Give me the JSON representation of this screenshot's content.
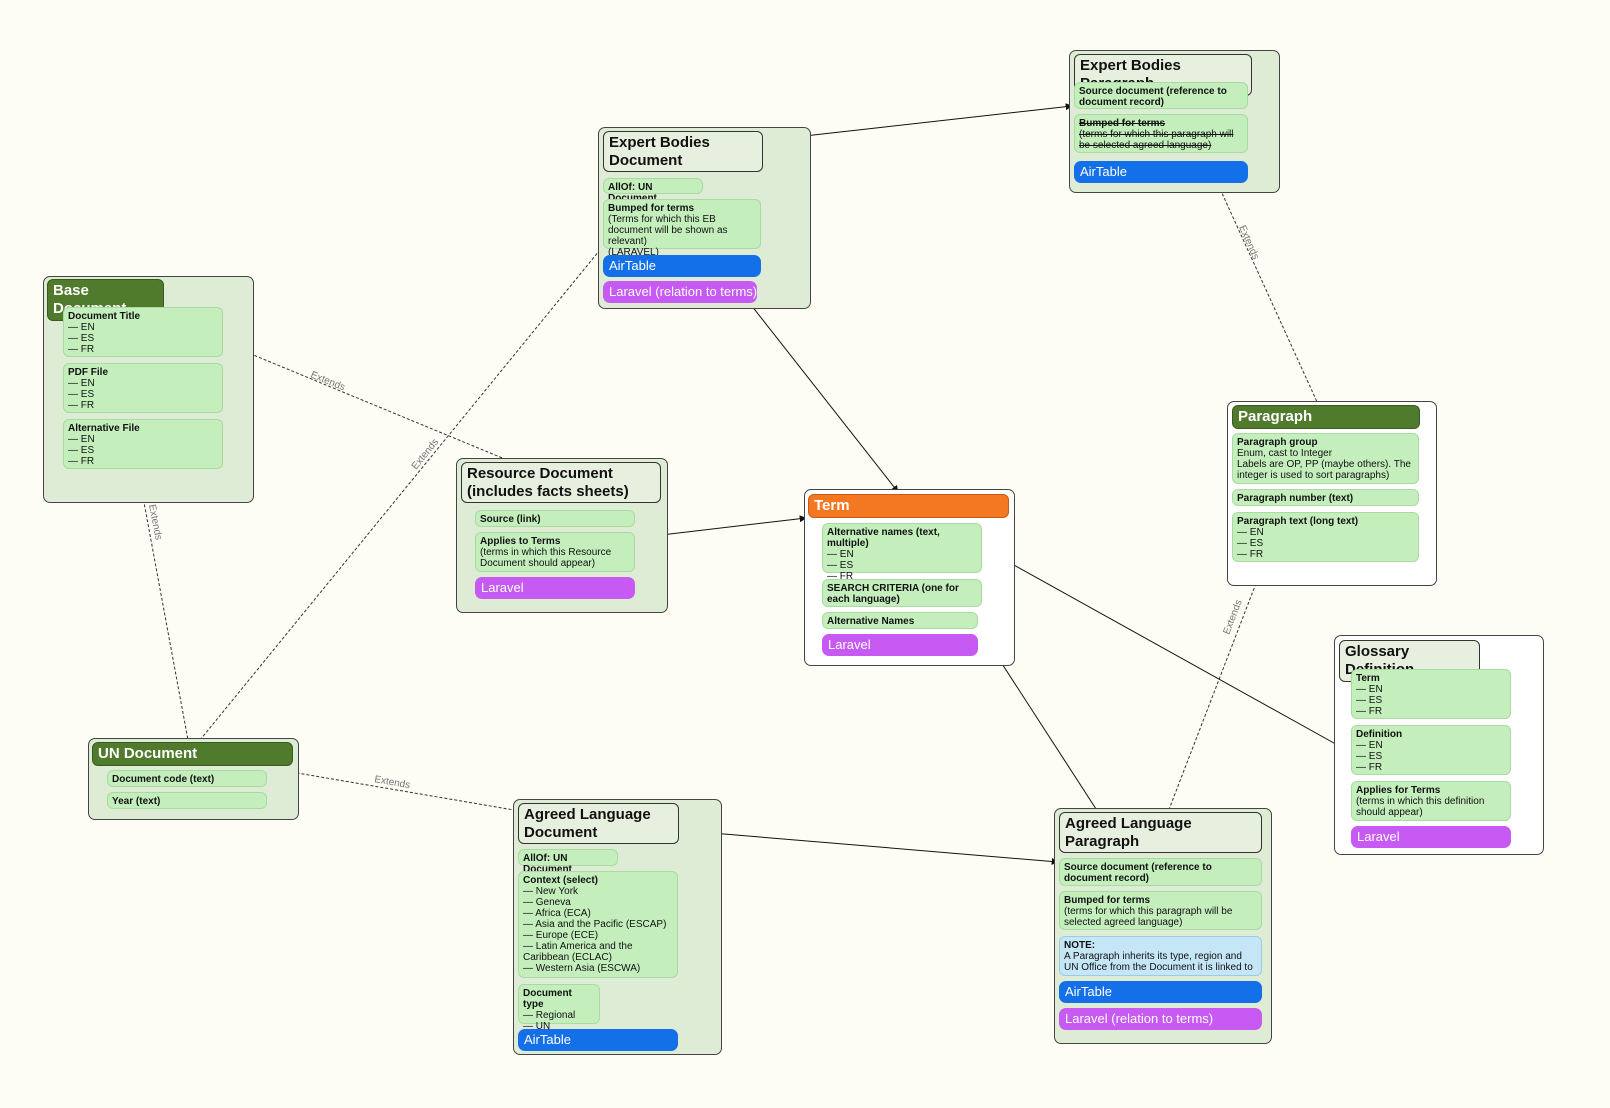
{
  "edge_labels": {
    "extends": "Extends"
  },
  "colors": {
    "airtable": "#1470e8",
    "laravel": "#c65af2",
    "term": "#f47822",
    "dark_title": "#507a2c",
    "field": "#c4efbd",
    "note": "#c5e6f6"
  },
  "nodes": {
    "base_document": {
      "title": "Base Document",
      "fields": [
        {
          "label": "Document Title",
          "body": "— EN\n— ES\n— FR"
        },
        {
          "label": "PDF File",
          "body": "— EN\n— ES\n— FR"
        },
        {
          "label": "Alternative File",
          "body": "— EN\n— ES\n— FR"
        }
      ]
    },
    "expert_bodies_document": {
      "title": "Expert Bodies Document",
      "fields": [
        {
          "label": "AllOf: UN Document",
          "body": ""
        },
        {
          "label": "Bumped for terms",
          "body": "(Terms for which this EB document will be shown as relevant)\n(LARAVEL)"
        }
      ],
      "tags": [
        "AirTable",
        "Laravel (relation to terms)"
      ]
    },
    "expert_bodies_paragraph": {
      "title": "Expert Bodies Paragraph",
      "fields": [
        {
          "label": "Source document (reference to document record)",
          "body": ""
        },
        {
          "label": "Bumped for terms",
          "body": "(terms for which this paragraph will be selected agreed language)"
        }
      ],
      "tags": [
        "AirTable"
      ]
    },
    "resource_document": {
      "title": "Resource Document (includes facts sheets)",
      "fields": [
        {
          "label": "Source (link)",
          "body": ""
        },
        {
          "label": "Applies to Terms",
          "body": "(terms in which this Resource Document should appear)"
        }
      ],
      "tags": [
        "Laravel"
      ]
    },
    "term": {
      "title": "Term",
      "fields": [
        {
          "label": "Alternative names (text, multiple)",
          "body": "— EN\n— ES\n— FR"
        },
        {
          "label": "SEARCH CRITERIA (one for each language)",
          "body": ""
        },
        {
          "label": "Alternative Names",
          "body": ""
        }
      ],
      "tags": [
        "Laravel"
      ]
    },
    "paragraph": {
      "title": "Paragraph",
      "fields": [
        {
          "label": "Paragraph group",
          "body": "Enum, cast to Integer\nLabels are OP, PP (maybe others). The integer is used to sort paragraphs)"
        },
        {
          "label": "Paragraph number (text)",
          "body": ""
        },
        {
          "label": "Paragraph text (long text)",
          "body": "— EN\n— ES\n— FR"
        }
      ]
    },
    "glossary_definition": {
      "title": "Glossary Definition",
      "fields": [
        {
          "label": "Term",
          "body": "— EN\n— ES\n— FR"
        },
        {
          "label": "Definition",
          "body": "— EN\n— ES\n— FR"
        },
        {
          "label": "Applies for Terms",
          "body": "(terms in which this definition should appear)"
        }
      ],
      "tags": [
        "Laravel"
      ]
    },
    "un_document": {
      "title": "UN Document",
      "fields": [
        {
          "label": "Document code (text)",
          "body": ""
        },
        {
          "label": "Year (text)",
          "body": ""
        }
      ]
    },
    "agreed_language_document": {
      "title": "Agreed Language Document",
      "fields": [
        {
          "label": "AllOf: UN Document",
          "body": ""
        },
        {
          "label": "Context (select)",
          "body": "— New York\n— Geneva\n— Africa (ECA)\n— Asia and the Pacific (ESCAP)\n— Europe (ECE)\n— Latin America and the Caribbean (ECLAC)\n— Western Asia (ESCWA)"
        },
        {
          "label": "Document type",
          "body": "— Regional\n— UN Resolution"
        }
      ],
      "tags": [
        "AirTable"
      ]
    },
    "agreed_language_paragraph": {
      "title": "Agreed Language Paragraph",
      "fields": [
        {
          "label": "Source document (reference to document record)",
          "body": ""
        },
        {
          "label": "Bumped for terms",
          "body": "(terms for which this paragraph will be selected agreed language)"
        },
        {
          "label": "NOTE:",
          "body": "A Paragraph inherits its type, region and UN Office from the Document it is linked to"
        }
      ],
      "tags": [
        "AirTable",
        "Laravel (relation to terms)"
      ]
    }
  }
}
